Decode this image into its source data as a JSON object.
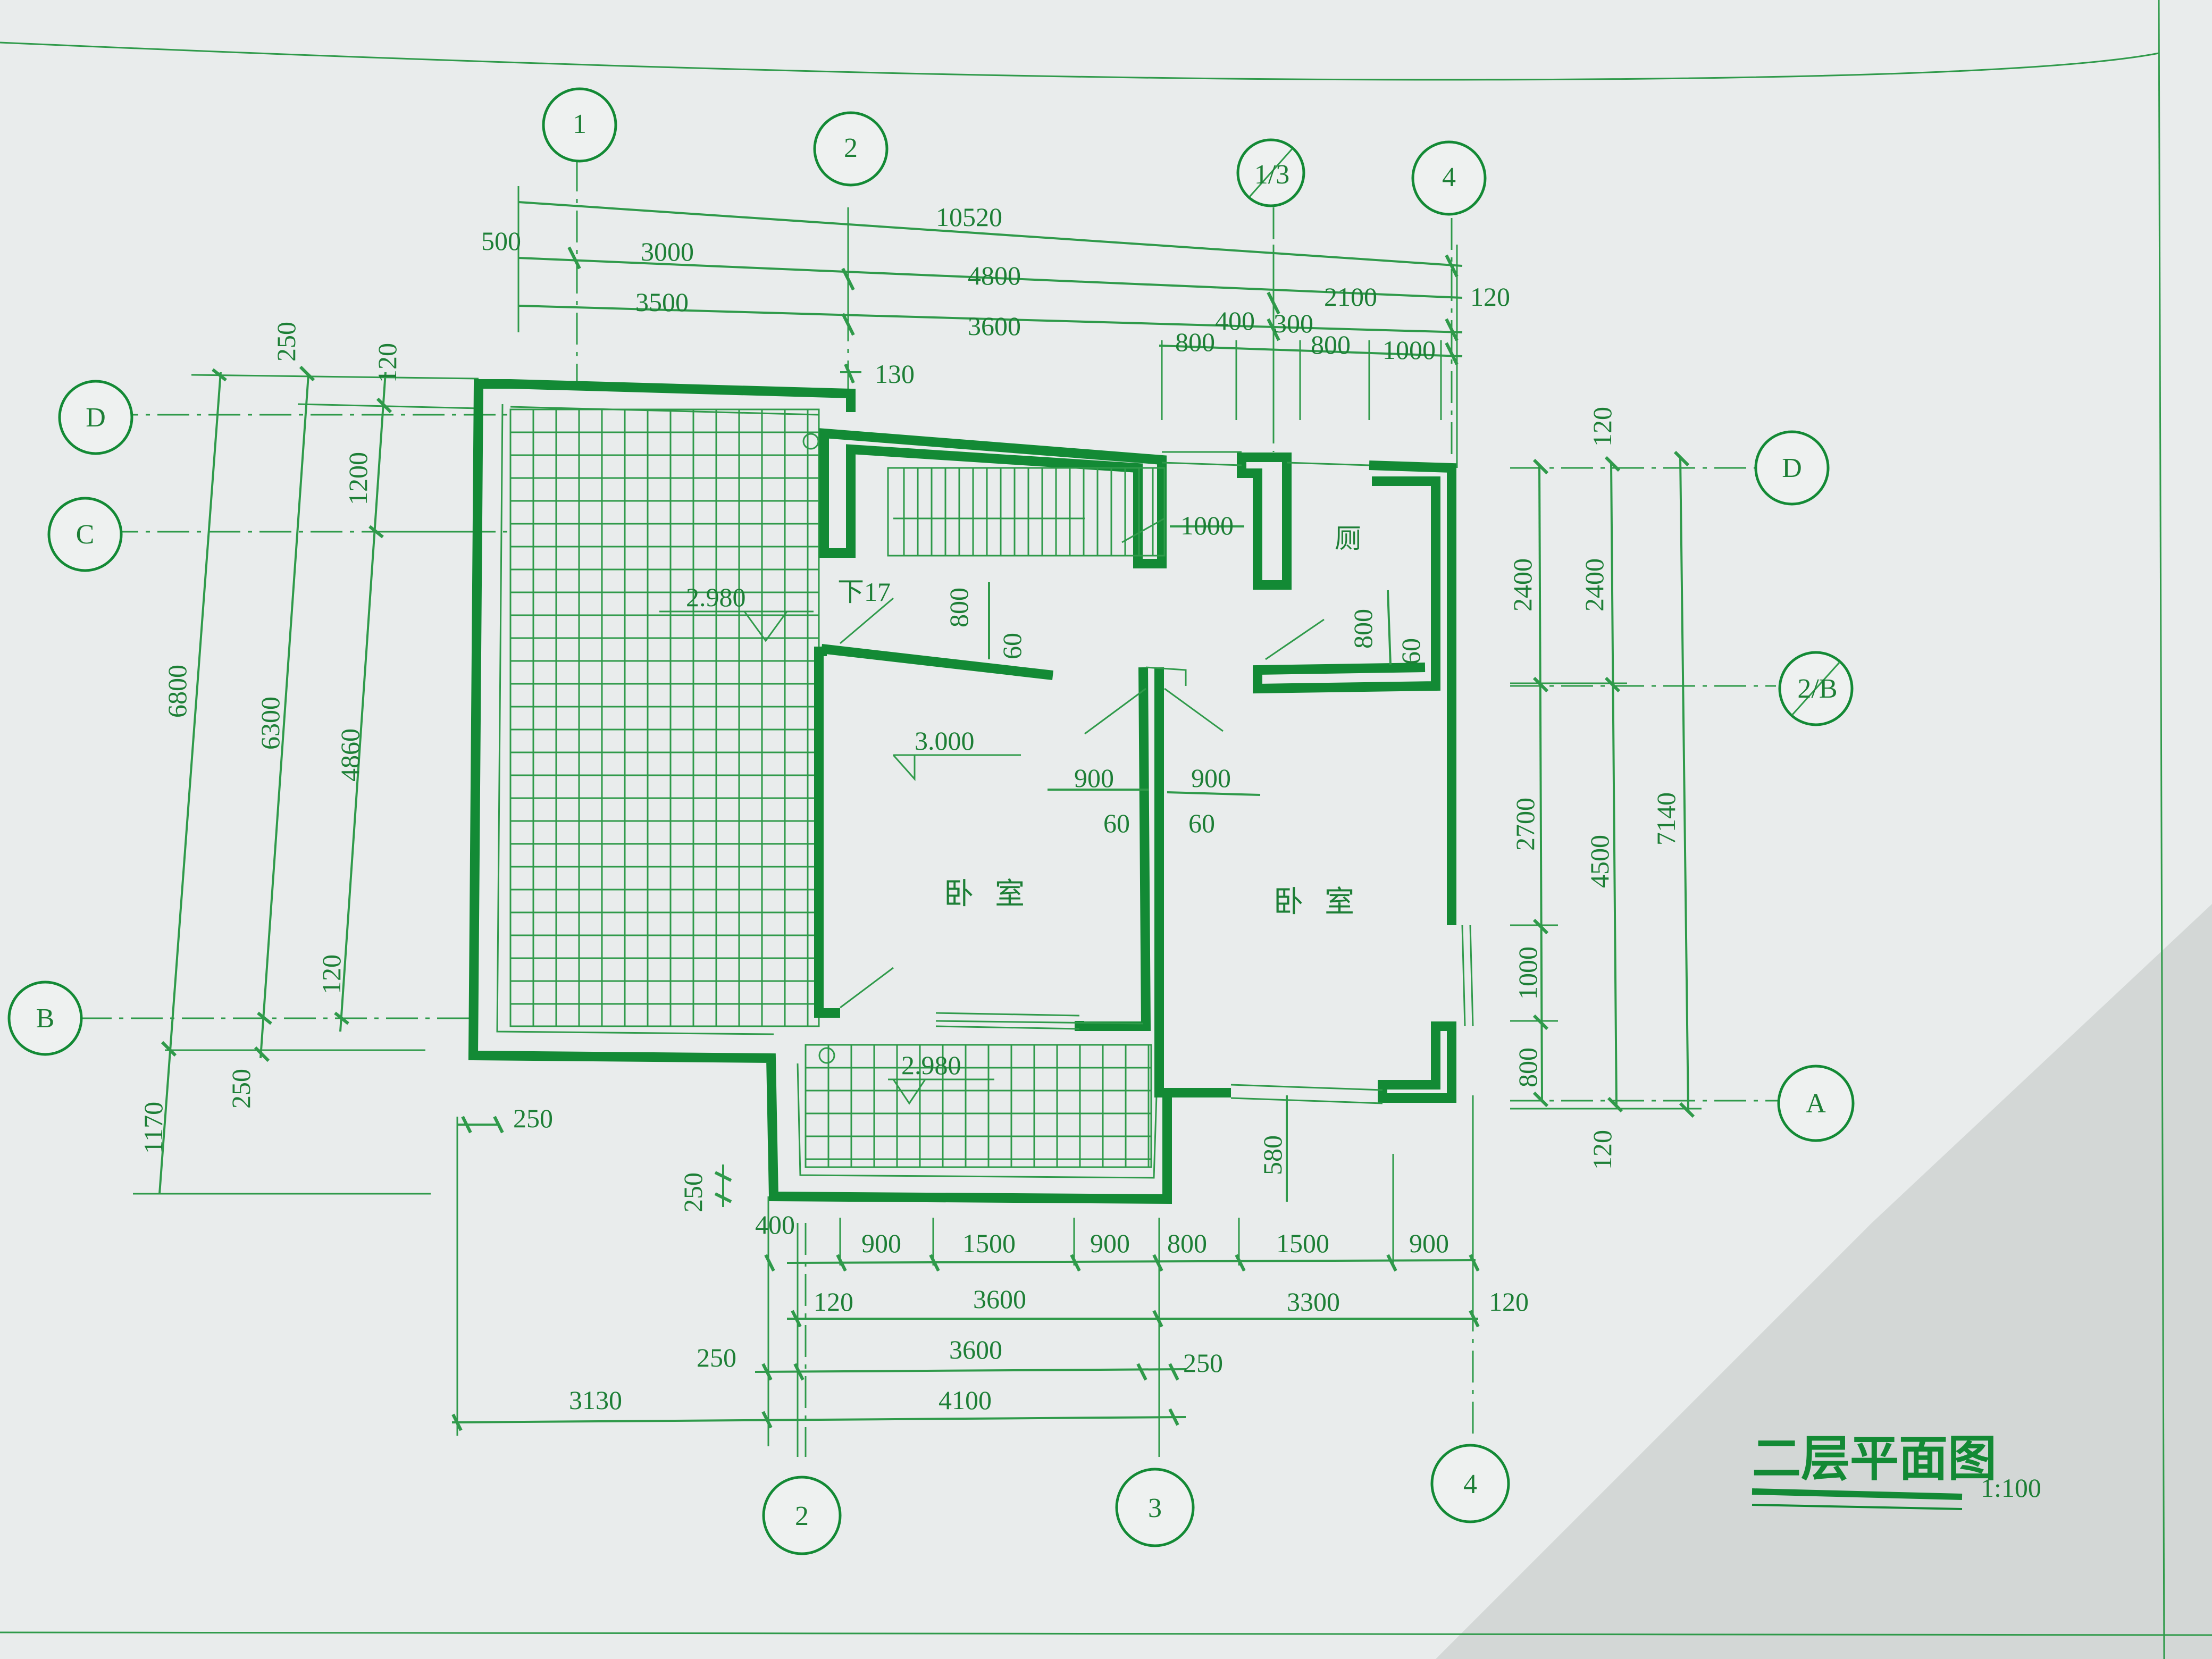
{
  "drawing": {
    "title": "二层平面图",
    "scale": "1:100",
    "colors": {
      "line": "#138a35",
      "paper": "#e9ecec",
      "shadow": "#d3d7d6"
    }
  },
  "grid_bubbles": {
    "top": [
      "1",
      "2",
      "1/3",
      "4"
    ],
    "bottom": [
      "2",
      "3",
      "4"
    ],
    "left": [
      "D",
      "C",
      "B"
    ],
    "right": [
      "D",
      "2/B",
      "A"
    ]
  },
  "dims": {
    "top_row1": [
      "500",
      "10520"
    ],
    "top_row2": [
      "3000",
      "4800",
      "2100",
      "120"
    ],
    "top_row3": [
      "3500",
      "3600",
      "400",
      "300"
    ],
    "top_row4": [
      "800",
      "800",
      "1000"
    ],
    "top_misc": [
      "130"
    ],
    "left_outer": [
      "6800",
      "1170"
    ],
    "left_mid": [
      "250",
      "6300",
      "250"
    ],
    "left_inner": [
      "120",
      "1200",
      "4860",
      "120"
    ],
    "right_outer": [
      "2400",
      "2700",
      "1000",
      "800"
    ],
    "right_mid": [
      "120",
      "2400",
      "4500",
      "120"
    ],
    "right_total": [
      "7140"
    ],
    "bottom_row1": [
      "400",
      "900",
      "1500",
      "900",
      "800",
      "1500",
      "900"
    ],
    "bottom_row2": [
      "120",
      "3600",
      "3300",
      "120"
    ],
    "bottom_row3": [
      "250",
      "3600",
      "250"
    ],
    "bottom_row4": [
      "3130",
      "4100"
    ],
    "bottom_misc": [
      "250",
      "250",
      "580"
    ]
  },
  "interior": {
    "stair_dim": "1000",
    "stair_note": "下17",
    "door_left_800": "800",
    "door_left_60": "60",
    "door_right_800": "800",
    "door_right_60": "60",
    "door_900_a": "900",
    "door_900_b": "900",
    "door_60_a": "60",
    "door_60_b": "60"
  },
  "levels": [
    "2.980",
    "3.000",
    "2.980"
  ],
  "rooms": [
    "卧室",
    "卧室",
    "厕"
  ]
}
